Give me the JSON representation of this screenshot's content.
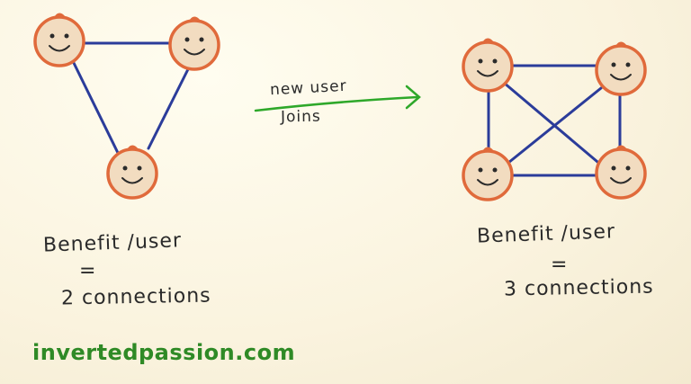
{
  "left_caption": {
    "line1": "Benefit /user",
    "line2": "=",
    "line3": "2 connections"
  },
  "right_caption": {
    "line1": "Benefit /user",
    "line2": "=",
    "line3": "3 connections"
  },
  "arrow": {
    "top": "new user",
    "bottom": "Joins"
  },
  "website": "invertedpassion.com",
  "colors": {
    "face_stroke": "#e06a3b",
    "face_fill": "#f2dcc0",
    "edge": "#2b3c9a",
    "arrow": "#2ea82a",
    "website": "#2f8a26"
  }
}
